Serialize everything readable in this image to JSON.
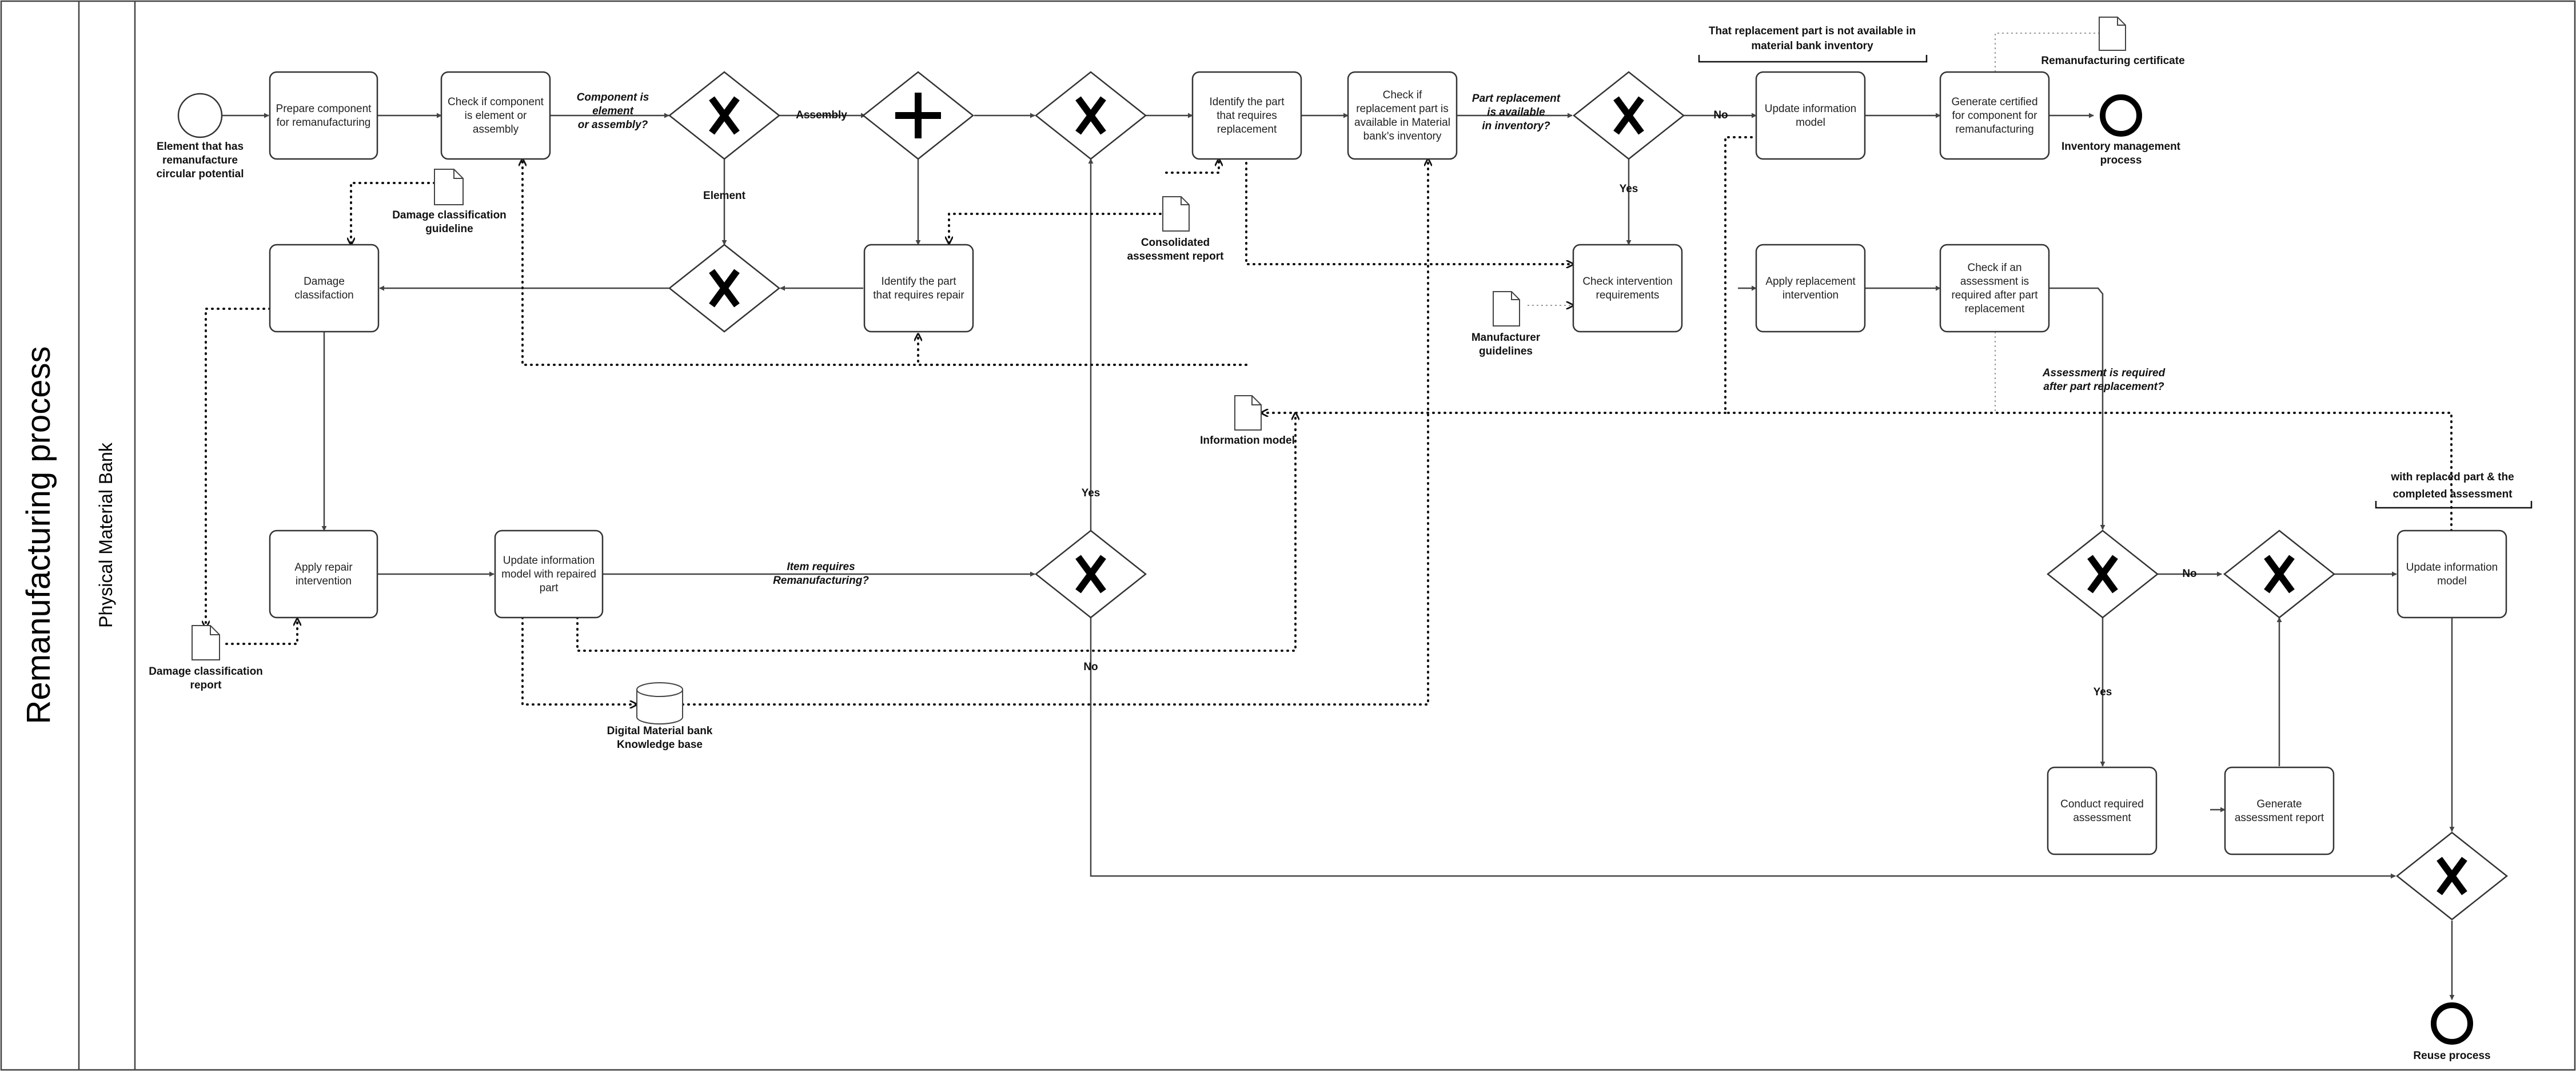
{
  "pool": {
    "title": "Remanufacturing process"
  },
  "lane": {
    "title": "Physical Material Bank"
  },
  "events": {
    "start": "Element that has remanufacture circular potential",
    "end_inventory": "Inventory management process",
    "end_reuse": "Reuse process"
  },
  "tasks": {
    "prepare": "Prepare component for remanufacturing",
    "check_element": "Check if component is element or assembly",
    "identify_replacement": "Identify the part that requires replacement",
    "check_available": "Check if replacement part is available in Material bank's inventory",
    "update_model_top": "Update information model",
    "generate_cert": "Generate certified for component for remanufacturing",
    "damage_class": "Damage classifaction",
    "identify_repair": "Identify the part that requires repair",
    "check_intervention": "Check intervention requirements",
    "apply_replacement": "Apply replacement intervention",
    "check_assessment": "Check if an assessment is required after part replacement",
    "apply_repair": "Apply repair intervention",
    "update_repaired": "Update information model with repaired part",
    "update_model_right": "Update information model",
    "conduct_assessment": "Conduct required assessment",
    "generate_report": "Generate assessment report"
  },
  "labels": {
    "component_q": "Component is element or assembly?",
    "assembly": "Assembly",
    "element": "Element",
    "part_replacement_q": "Part replacement is available in inventory?",
    "no_top": "No",
    "yes_mid": "Yes",
    "item_requires_q": "Item requires Remanufacturing?",
    "yes_left": "Yes",
    "no_left": "No",
    "assessment_q": "Assessment is required after part replacement?",
    "no_right": "No",
    "yes_right": "Yes"
  },
  "artifacts": {
    "damage_guideline": "Damage classification guideline",
    "consolidated_report": "Consolidated assessment report",
    "manufacturer_guidelines": "Manufacturer guidelines",
    "information_model": "Information model",
    "damage_report": "Damage classification report",
    "digital_bank": "Digital Material bank Knowledge base",
    "reman_cert": "Remanufacturing certificate"
  },
  "annotations": {
    "not_available": "That replacement part is not available in material bank inventory",
    "with_replaced": "with replaced part & the completed assessment"
  }
}
